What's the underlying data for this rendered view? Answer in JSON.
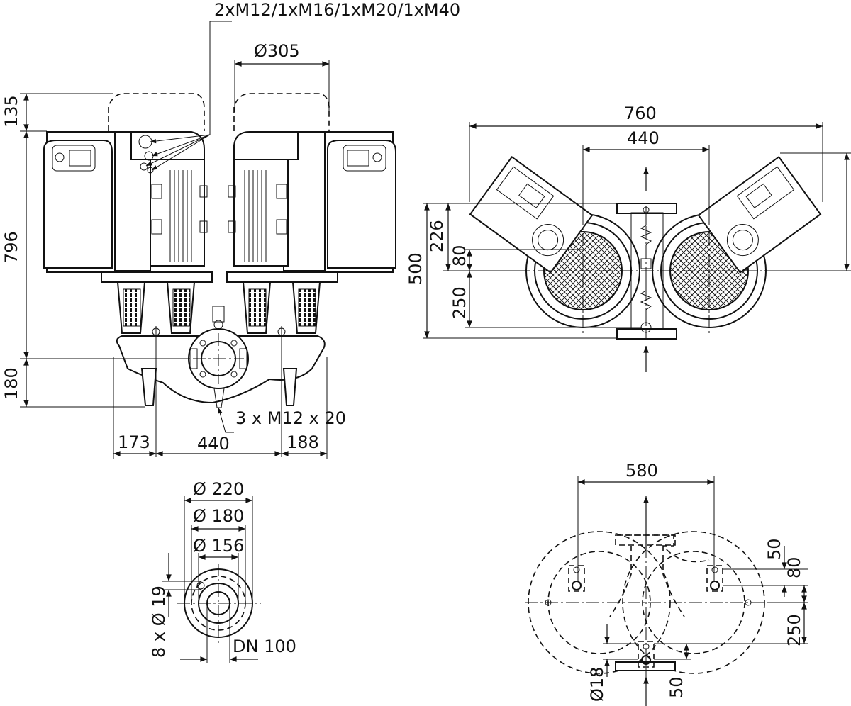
{
  "labels": {
    "cable_glands": "2xM12/1xM16/1xM20/1xM40",
    "motor_diameter": "Ø305",
    "height_top": "135",
    "height_motor": "796",
    "height_foot": "180",
    "base_left": "173",
    "base_center": "440",
    "base_right": "188",
    "screws": "3 x M12 x 20",
    "width_total": "760",
    "width_inner": "440",
    "height_total": "500",
    "height_upper": "226",
    "height_axis": "80",
    "height_lower": "250",
    "flange_d220": "Ø 220",
    "flange_d180": "Ø 180",
    "flange_d156": "Ø 156",
    "bolt_holes": "8 x Ø 19",
    "nominal_diameter": "DN 100",
    "base_width": "580",
    "base_50_top": "50",
    "base_80": "80",
    "base_250": "250",
    "base_hole": "Ø18",
    "base_50_bottom": "50"
  }
}
